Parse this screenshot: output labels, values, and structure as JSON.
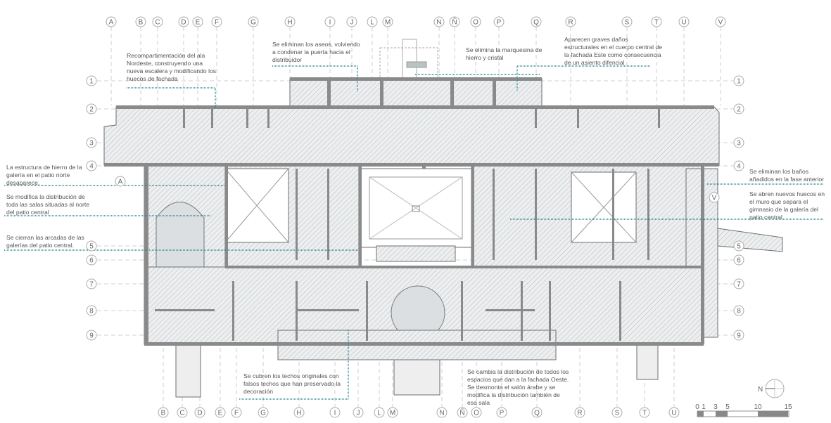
{
  "columns_top": [
    "A",
    "B",
    "C",
    "D",
    "E",
    "F",
    "G",
    "H",
    "I",
    "J",
    "L",
    "M",
    "N",
    "Ñ",
    "O",
    "P",
    "Q",
    "R",
    "S",
    "T",
    "U",
    "V"
  ],
  "columns_bottom": [
    "B",
    "C",
    "D",
    "E",
    "F",
    "G",
    "H",
    "I",
    "J",
    "L",
    "M",
    "N",
    "Ñ",
    "O",
    "P",
    "Q",
    "R",
    "S",
    "T",
    "U"
  ],
  "rows": [
    "1",
    "2",
    "3",
    "4",
    "5",
    "6",
    "7",
    "8",
    "9"
  ],
  "extra_markers": {
    "a_inner": "A",
    "v_inner": "V"
  },
  "annotations": {
    "northeast_wing": "Recompartimentación del ala\nNordeste, construyendo una\nnueva escalera y modificando los\nhuecos de fachada",
    "toilets": "Se eliminan los aseos, volviendo\na condenar la puerta hacia el\ndistribuidor",
    "marquee": "Se elimina la marquesina de\nhierro y cristal",
    "structural": "Aparecen graves daños\nestructurales en el cuerpo central de\nla fachada Este como consecuencia\nde un asiento difencial",
    "iron_structure": "La estructura de hierro de la\ngalería en el patio norte\ndesaparece.",
    "north_rooms": "Se modifica la distribución de\ntoda las salas situadas al norte\ndel patio central",
    "arcades": "Se cierran las arcadas de las\ngalerías del patio central.",
    "baths": "Se eliminan los baños\nañadidos en la fase anterior",
    "gym": "Se abren nuevos huecos en\nel muro que separa el\ngimnasio de la galería del\npatio central",
    "ceilings": "Se cubren los techos originales con\nfalsos techos que han preservado la\ndecoración",
    "west_facade": "Se cambia la distribución de todos los\nespacios que dan a la fachada Oeste.\nSe desmonta el salón árabe y se\nmodifica la distribución también de\nesa sala"
  },
  "north_arrow": "N",
  "scale_bar": {
    "ticks": [
      "0",
      "1",
      "3",
      "5",
      "10",
      "15"
    ]
  },
  "colors": {
    "wall": "#8a8a8a",
    "hatch": "#c9cdd0",
    "leader": "#2f8a8f",
    "grid": "#bbbbbb"
  }
}
